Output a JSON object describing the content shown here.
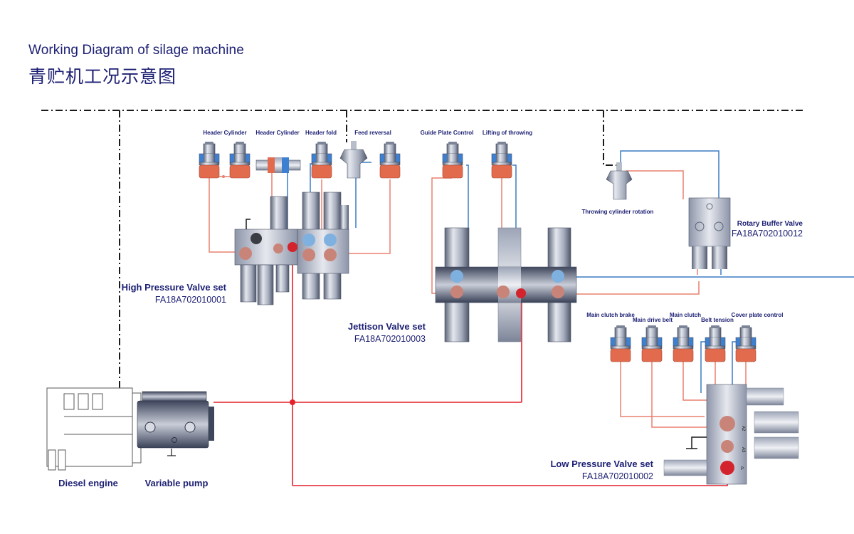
{
  "title": {
    "en": "Working Diagram of silage machine",
    "cn": "青贮机工况示意图"
  },
  "colors": {
    "title": "#1c1f73",
    "pressure_line": "#e4202a",
    "return_line": "#e8806e",
    "pilot_line": "#3b7cc4",
    "control_line": "#1a1a1a",
    "component_metal": "#9aa2b4"
  },
  "actuators": {
    "header_cylinder_1": "Header Cylinder",
    "header_cylinder_2": "Header Cylinder",
    "header_fold": "Header fold",
    "feed_reversal": "Feed reversal",
    "guide_plate_control": "Guide Plate Control",
    "lifting_of_throwing": "Lifting of throwing",
    "throwing_cylinder_rotation": "Throwing cylinder rotation",
    "main_clutch_brake": "Main clutch brake",
    "main_drive_belt": "Main drive belt",
    "main_clutch": "Main clutch",
    "belt_tension": "Belt tension",
    "cover_plate_control": "Cover plate control"
  },
  "valves": {
    "high_pressure": {
      "name": "High Pressure Valve set",
      "code": "FA18A702010001"
    },
    "jettison": {
      "name": "Jettison Valve set",
      "code": "FA18A702010003"
    },
    "rotary_buffer": {
      "name": "Rotary Buffer Valve",
      "code": "FA18A702010012"
    },
    "low_pressure": {
      "name": "Low Pressure Valve set",
      "code": "FA18A702010002",
      "ports": [
        "A2",
        "A3",
        "P"
      ]
    }
  },
  "power": {
    "engine": "Diesel engine",
    "pump": "Variable pump"
  }
}
